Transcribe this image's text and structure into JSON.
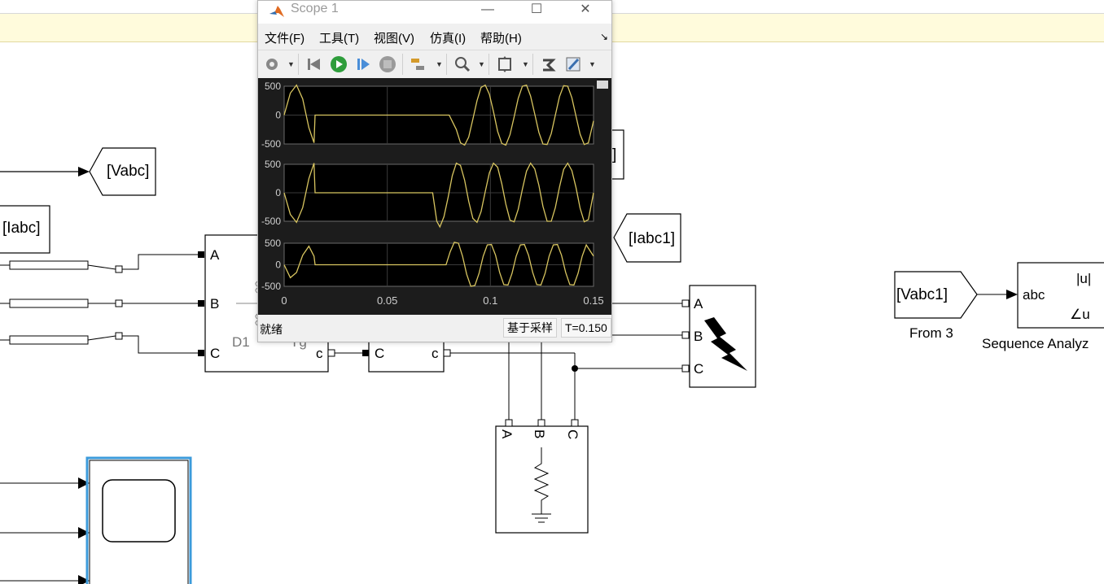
{
  "diagram": {
    "goto_vabc": "[Vabc]",
    "from_iabc": "[Iabc]",
    "goto_iabc1": "[Iabc1]",
    "goto_right_edge": "]",
    "port_a": "A",
    "port_b": "B",
    "port_c": "C",
    "port_c_lower": "c",
    "block_d1_label": "D1",
    "block_yg_label": "Yg",
    "from3_value": "[Vabc1]",
    "from3_caption": "From 3",
    "seq_in_port": "abc",
    "seq_out_mag": "|u|",
    "seq_out_angle": "∠u",
    "seq_caption": "Sequence Analyz"
  },
  "scope": {
    "title": "Scope 1",
    "menu": [
      "文件(F)",
      "工具(T)",
      "视图(V)",
      "仿真(I)",
      "帮助(H)"
    ],
    "status_left": "就绪",
    "status_mode": "基于采样",
    "status_time": "T=0.150",
    "x_ticks": [
      "0",
      "0.05",
      "0.1",
      "0.15"
    ],
    "y_ticks": [
      "500",
      "0",
      "-500"
    ],
    "toolbar_icons": [
      "settings-gear-icon",
      "step-back-icon",
      "run-icon",
      "step-forward-icon",
      "stop-icon",
      "highlight-signal-icon",
      "zoom-in-icon",
      "fit-axes-icon",
      "cursor-measure-icon",
      "style-edit-icon"
    ]
  },
  "colors": {
    "trace": "#d8c560",
    "plot_bg": "#000000",
    "frame_bg": "#1c1c1c",
    "grid": "#3a3a3a",
    "infobar": "#fffbdc",
    "selection": "#3c9bdb"
  },
  "chart_data": {
    "type": "line",
    "x_range": [
      0,
      0.15
    ],
    "y_range": [
      -500,
      500
    ],
    "grid": true,
    "series": [
      {
        "x": [
          0,
          0.003,
          0.006,
          0.009,
          0.012,
          0.0145,
          0.015,
          0.08,
          0.0835,
          0.0855,
          0.0875,
          0.0895,
          0.0915,
          0.0935,
          0.0955,
          0.0975,
          0.0995,
          0.1015,
          0.1035,
          0.1055,
          0.1075,
          0.1095,
          0.1115,
          0.1135,
          0.1155,
          0.1175,
          0.1195,
          0.1215,
          0.1235,
          0.1255,
          0.1275,
          0.1295,
          0.1315,
          0.1335,
          0.1355,
          0.1375,
          0.1395,
          0.1415,
          0.1435,
          0.1455,
          0.1475,
          0.15
        ],
        "y": [
          0,
          380,
          520,
          280,
          -220,
          -480,
          0,
          0,
          -250,
          -480,
          -520,
          -380,
          -70,
          250,
          480,
          520,
          360,
          60,
          -280,
          -490,
          -520,
          -340,
          -30,
          290,
          500,
          520,
          330,
          20,
          -300,
          -500,
          -510,
          -320,
          0,
          320,
          510,
          500,
          300,
          -20,
          -330,
          -510,
          -480,
          -100
        ]
      },
      {
        "x": [
          0,
          0.003,
          0.006,
          0.009,
          0.012,
          0.0145,
          0.015,
          0.072,
          0.074,
          0.0755,
          0.0775,
          0.0795,
          0.0815,
          0.0835,
          0.0855,
          0.0875,
          0.0895,
          0.0915,
          0.0935,
          0.0955,
          0.0975,
          0.0995,
          0.1015,
          0.1035,
          0.1055,
          0.1075,
          0.1095,
          0.1115,
          0.1135,
          0.1155,
          0.1175,
          0.1195,
          0.1215,
          0.1235,
          0.1255,
          0.1275,
          0.1295,
          0.1315,
          0.1335,
          0.1355,
          0.1375,
          0.1395,
          0.1415,
          0.1435,
          0.1455,
          0.1475,
          0.15
        ],
        "y": [
          0,
          -380,
          -520,
          -260,
          250,
          520,
          0,
          0,
          -500,
          -600,
          -420,
          -80,
          300,
          520,
          480,
          220,
          -150,
          -450,
          -520,
          -330,
          20,
          350,
          520,
          450,
          160,
          -200,
          -480,
          -510,
          -290,
          60,
          380,
          520,
          420,
          130,
          -240,
          -500,
          -500,
          -260,
          100,
          410,
          520,
          390,
          90,
          -270,
          -510,
          -470,
          0
        ]
      },
      {
        "x": [
          0,
          0.003,
          0.006,
          0.009,
          0.012,
          0.0145,
          0.015,
          0.0785,
          0.0805,
          0.0825,
          0.0845,
          0.0865,
          0.0885,
          0.0905,
          0.0925,
          0.0945,
          0.0965,
          0.0985,
          0.1005,
          0.1025,
          0.1045,
          0.1065,
          0.1085,
          0.1105,
          0.1125,
          0.1145,
          0.1165,
          0.1185,
          0.1205,
          0.1225,
          0.1245,
          0.1265,
          0.1285,
          0.1305,
          0.1325,
          0.1345,
          0.1365,
          0.1385,
          0.1405,
          0.1425,
          0.1445,
          0.1465,
          0.15
        ],
        "y": [
          0,
          -300,
          -180,
          220,
          430,
          200,
          0,
          0,
          300,
          520,
          500,
          200,
          -220,
          -500,
          -480,
          -200,
          200,
          460,
          470,
          220,
          -180,
          -460,
          -470,
          -200,
          200,
          460,
          470,
          220,
          -180,
          -460,
          -470,
          -200,
          200,
          460,
          470,
          220,
          -180,
          -460,
          -470,
          -200,
          200,
          460,
          200
        ]
      }
    ]
  }
}
